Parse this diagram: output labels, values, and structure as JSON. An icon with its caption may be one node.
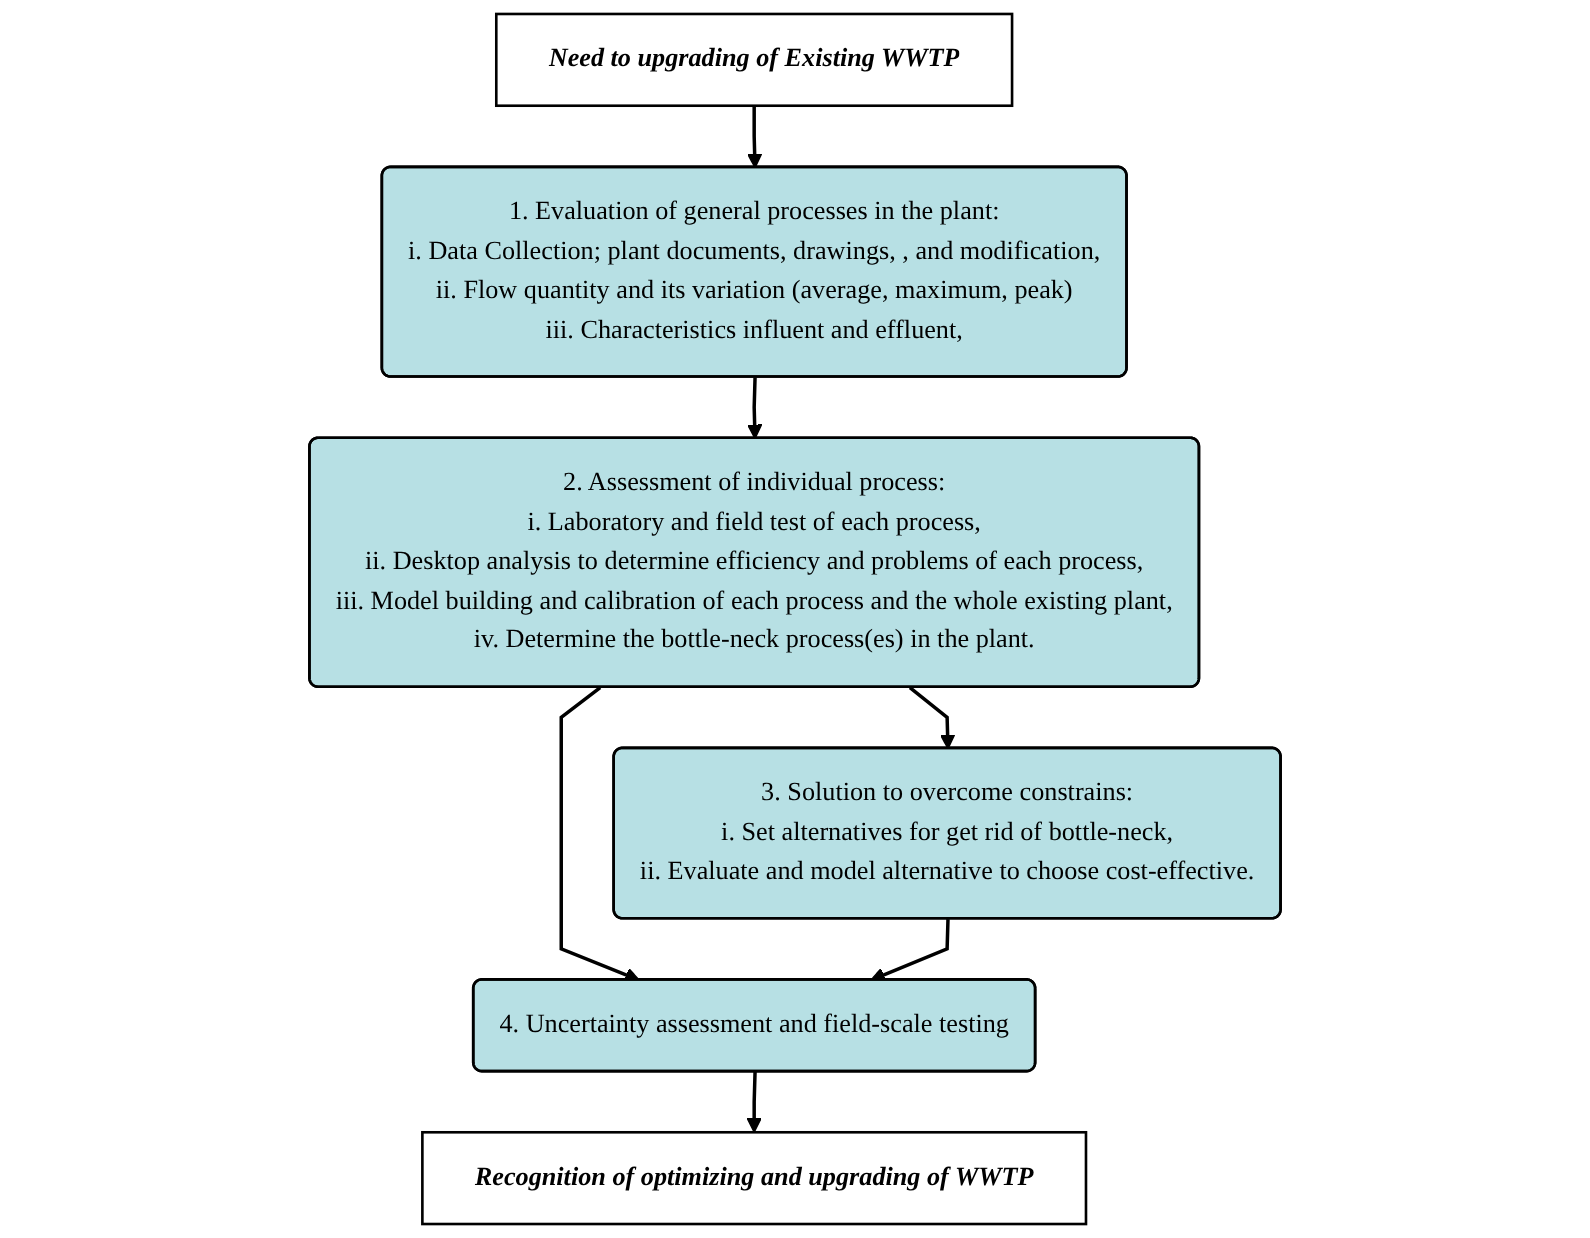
{
  "diagram": {
    "nodes": [
      {
        "text": [
          "Need to upgrading of Existing WWTP"
        ]
      },
      {
        "text": [
          "1. Evaluation of general processes in the plant:",
          "i. Data Collection; plant documents, drawings, , and modification,",
          "ii. Flow quantity and its variation (average, maximum, peak)",
          "iii. Characteristics influent and effluent,"
        ]
      },
      {
        "text": [
          "2. Assessment of individual process:",
          "i. Laboratory and field test of each process,",
          "ii. Desktop analysis to determine efficiency and problems of each process,",
          "iii. Model building and calibration of each process and the whole existing plant,",
          "iv. Determine the bottle-neck process(es) in the plant."
        ]
      },
      {
        "text": [
          "3. Solution to overcome constrains:",
          "i. Set alternatives for get rid of bottle-neck,",
          "ii. Evaluate and model alternative to choose cost-effective."
        ]
      },
      {
        "text": [
          "4. Uncertainty assessment and field-scale testing"
        ]
      },
      {
        "text": [
          "Recognition of optimizing and upgrading of WWTP"
        ]
      }
    ],
    "edges": [
      {
        "from": 0,
        "to": 1,
        "arrow": "to"
      },
      {
        "from": 1,
        "to": 2,
        "arrow": "to"
      },
      {
        "from": 2,
        "to": 3,
        "arrow": "to"
      },
      {
        "from": 2,
        "to": 4,
        "arrow": "to"
      },
      {
        "from": 3,
        "to": 4,
        "arrow": "to"
      },
      {
        "from": 4,
        "to": 5,
        "arrow": "to"
      }
    ]
  }
}
